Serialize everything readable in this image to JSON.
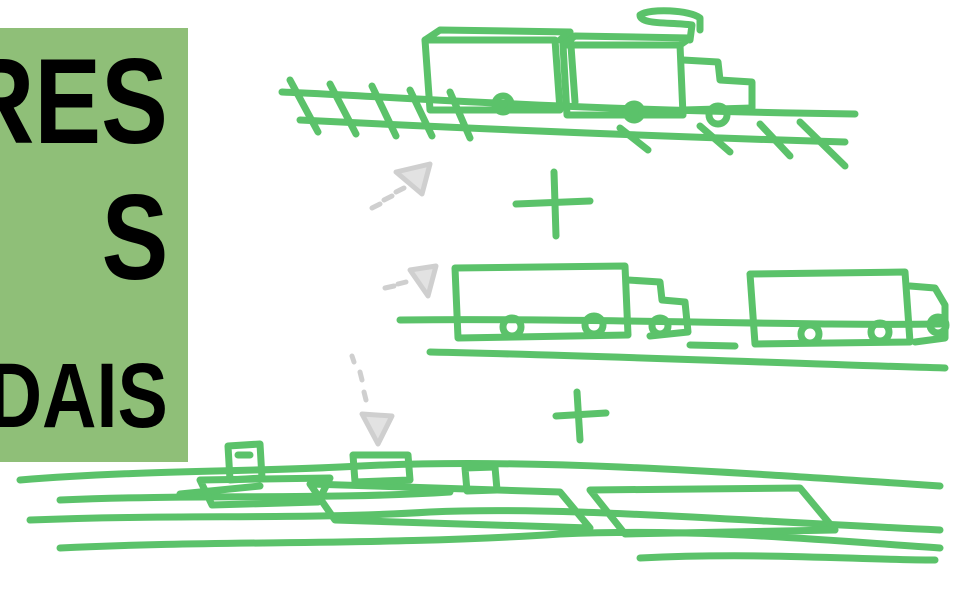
{
  "title_panel": {
    "lines": [
      "RES",
      "S",
      "DAIS"
    ],
    "background": "#8fbf78",
    "text_color": "#000000"
  },
  "illustration": {
    "stroke_color": "#5bc26a",
    "arrow_color": "#cfcfcf",
    "icons": [
      "train-icon",
      "plus-icon",
      "truck-icon",
      "truck-icon",
      "plus-icon",
      "barge-icon",
      "water-icon",
      "arrow-icon"
    ]
  }
}
